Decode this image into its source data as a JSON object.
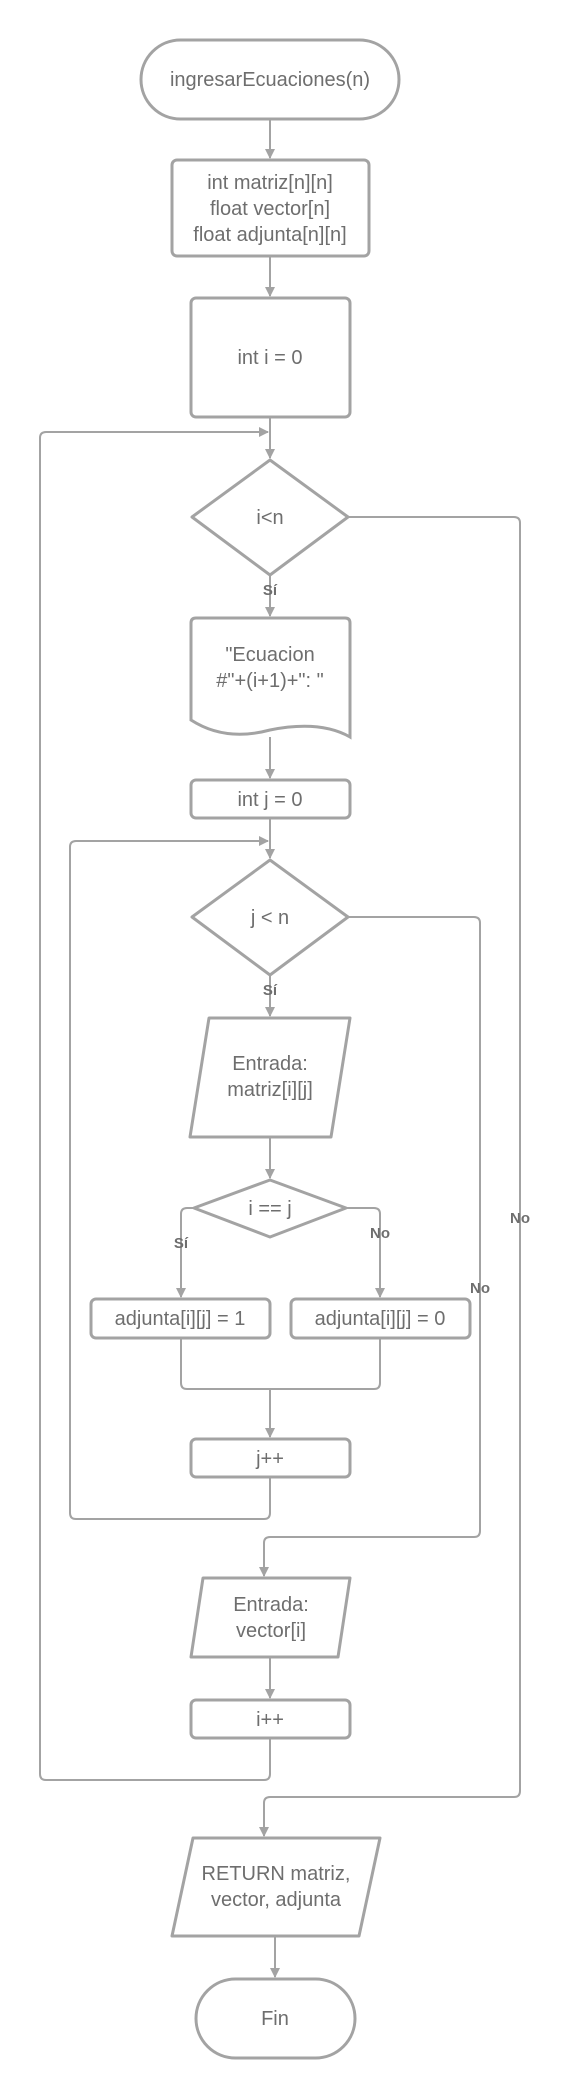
{
  "nodes": {
    "start": {
      "text": "ingresarEcuaciones(n)"
    },
    "decl": {
      "line1": "int matriz[n][n]",
      "line2": "float vector[n]",
      "line3": "float adjunta[n][n]"
    },
    "init_i": {
      "text": "int i = 0"
    },
    "cond_i": {
      "text": "i<n"
    },
    "print_eq": {
      "line1": "\"Ecuacion",
      "line2": "#\"+(i+1)+\": \""
    },
    "init_j": {
      "text": "int j = 0"
    },
    "cond_j": {
      "text": "j < n"
    },
    "input_matriz": {
      "line1": "Entrada:",
      "line2": "matriz[i][j]"
    },
    "cond_ij": {
      "text": "i == j"
    },
    "set_one": {
      "text": "adjunta[i][j] = 1"
    },
    "set_zero": {
      "text": "adjunta[i][j] = 0"
    },
    "inc_j": {
      "text": "j++"
    },
    "input_vector": {
      "line1": "Entrada:",
      "line2": "vector[i]"
    },
    "inc_i": {
      "text": "i++"
    },
    "ret": {
      "line1": "RETURN matriz,",
      "line2": "vector, adjunta"
    },
    "end": {
      "text": "Fin"
    }
  },
  "edge_labels": {
    "yes_i": "Sí",
    "no_i": "No",
    "yes_j": "Sí",
    "no_j": "No",
    "yes_ij": "Sí",
    "no_ij": "No"
  }
}
